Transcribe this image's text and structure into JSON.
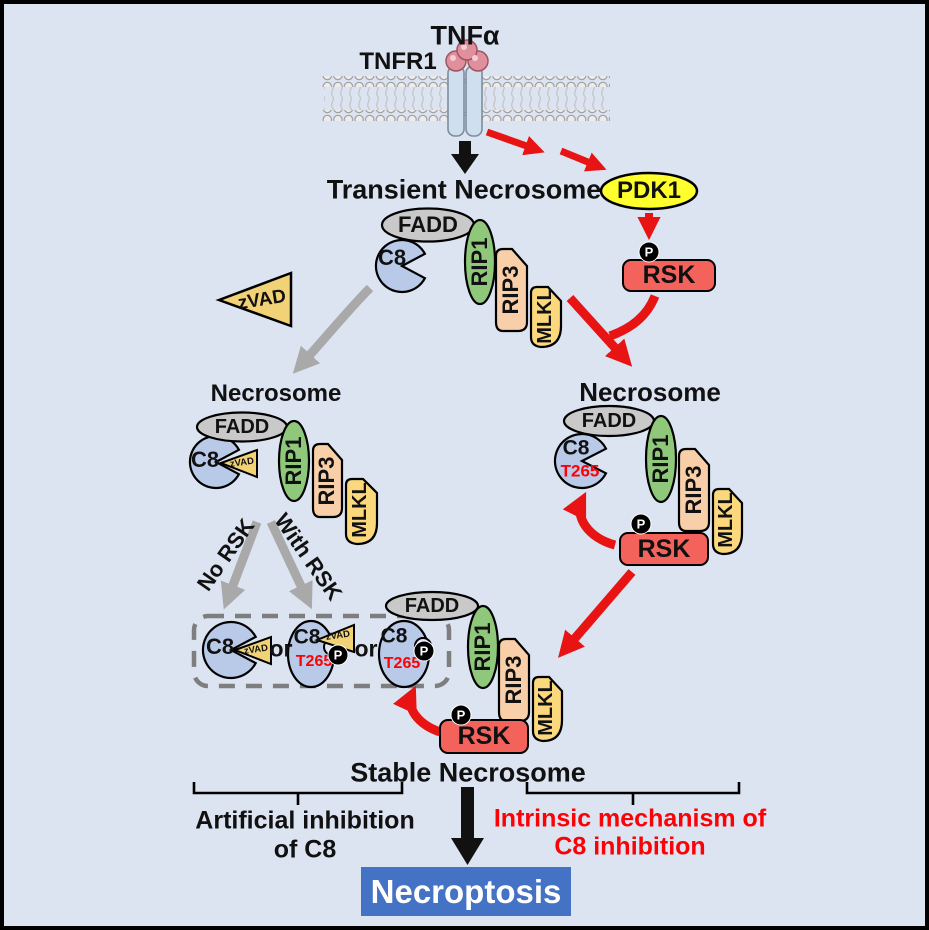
{
  "labels": {
    "tnfa": "TNFα",
    "tnfr1": "TNFR1",
    "transient_title": "Transient Necrosome",
    "pdk1": "PDK1",
    "rsk": "RSK",
    "fadd": "FADD",
    "c8": "C8",
    "rip1": "RIP1",
    "rip3": "RIP3",
    "mlkl": "MLKL",
    "zvad": "zVAD",
    "necrosome": "Necrosome",
    "no_rsk": "No RSK",
    "with_rsk": "With RSK",
    "or": "or",
    "t265": "T265",
    "phospho": "P",
    "stable_title": "Stable Necrosome",
    "artificial_1": "Artificial inhibition",
    "artificial_2": "of C8",
    "intrinsic_1": "Intrinsic mechanism of",
    "intrinsic_2": "C8 inhibition",
    "necroptosis": "Necroptosis"
  },
  "colors": {
    "bg": "#dce3f1",
    "border": "#000000",
    "c8_fill": "#b9c9e8",
    "fadd_fill": "#c9c9c9",
    "rip1_fill": "#8fc87b",
    "rip3_fill": "#f8cfa8",
    "mlkl_fill": "#fbd87c",
    "zvad_fill": "#f2d277",
    "pdk1_fill": "#ffff2e",
    "rsk_fill": "#f4625c",
    "arrow_red": "#e81414",
    "arrow_gray": "#a9a9a9",
    "arrow_black": "#111111",
    "t265_red": "#fb0207",
    "necroptosis_blue": "#4472c4",
    "membrane_gray": "#ececec",
    "receptor_blue": "#cfdfee",
    "ligand_pink": "#e08f9d"
  }
}
